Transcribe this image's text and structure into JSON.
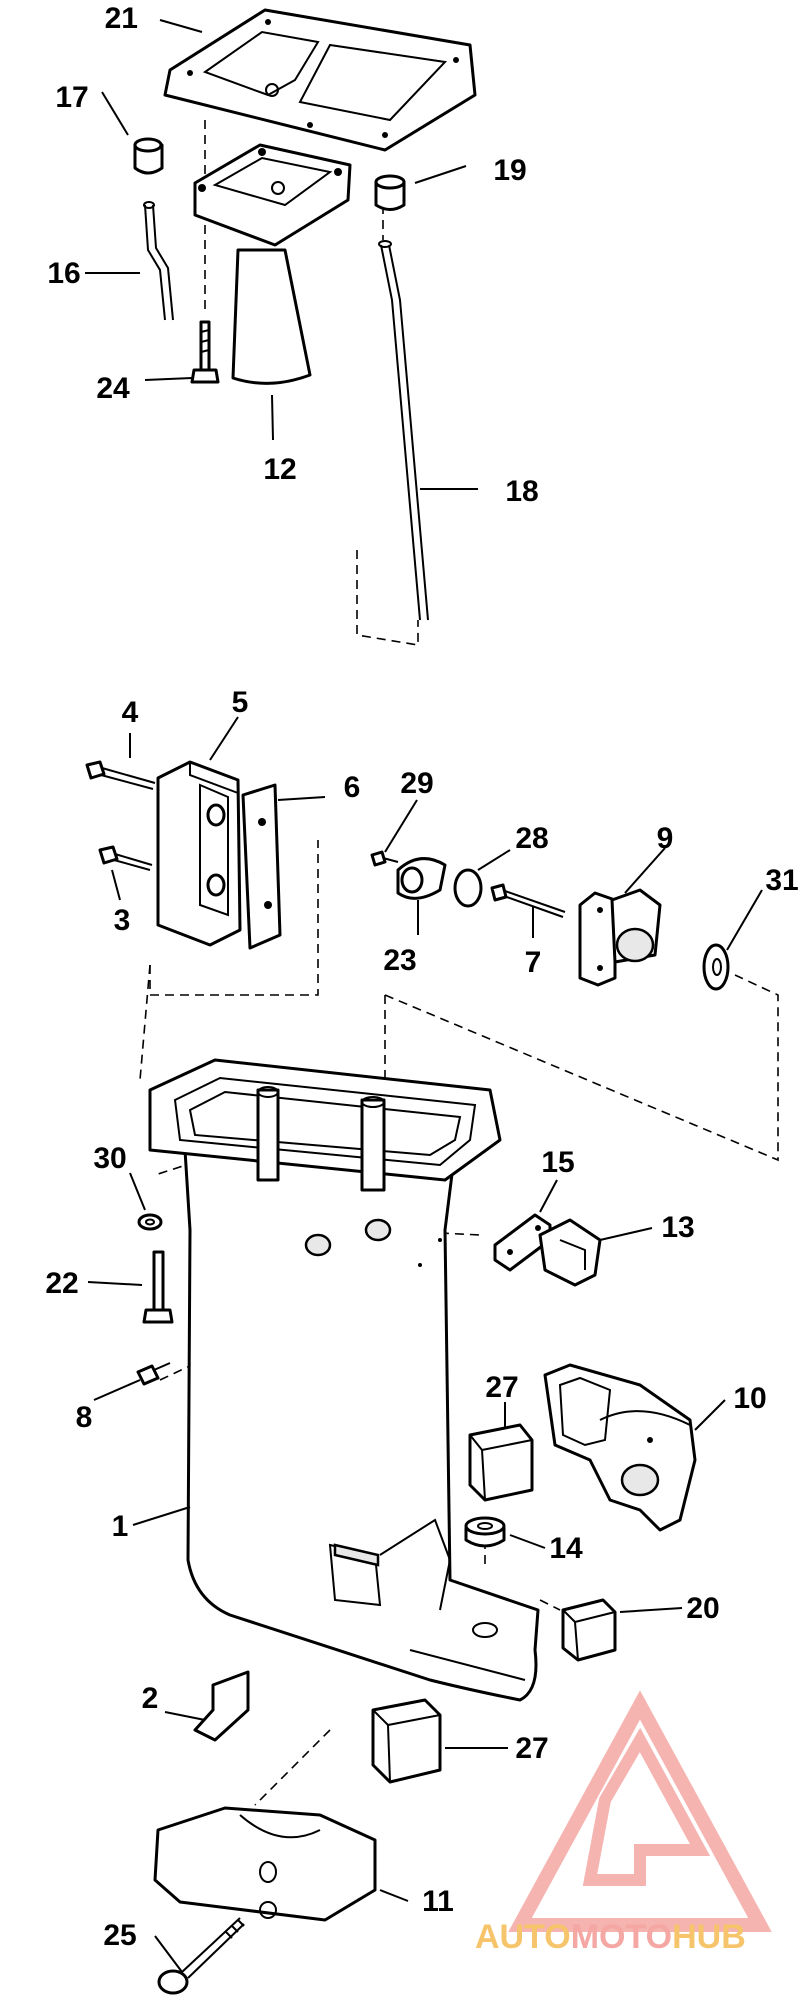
{
  "callouts": {
    "c21": "21",
    "c17": "17",
    "c19": "19",
    "c16": "16",
    "c24": "24",
    "c12": "12",
    "c18": "18",
    "c4": "4",
    "c5": "5",
    "c6": "6",
    "c29": "29",
    "c28": "28",
    "c9": "9",
    "c31": "31",
    "c3": "3",
    "c23": "23",
    "c7": "7",
    "c30": "30",
    "c15": "15",
    "c13": "13",
    "c22": "22",
    "c27a": "27",
    "c10": "10",
    "c8": "8",
    "c1": "1",
    "c14": "14",
    "c20": "20",
    "c2": "2",
    "c27b": "27",
    "c11": "11",
    "c25": "25"
  },
  "watermark": {
    "part1": "AUTO",
    "part2": "MOTO",
    "part3": "HUB",
    "color_primary": "#f4a7a3",
    "color_secondary": "#f6c46a"
  }
}
